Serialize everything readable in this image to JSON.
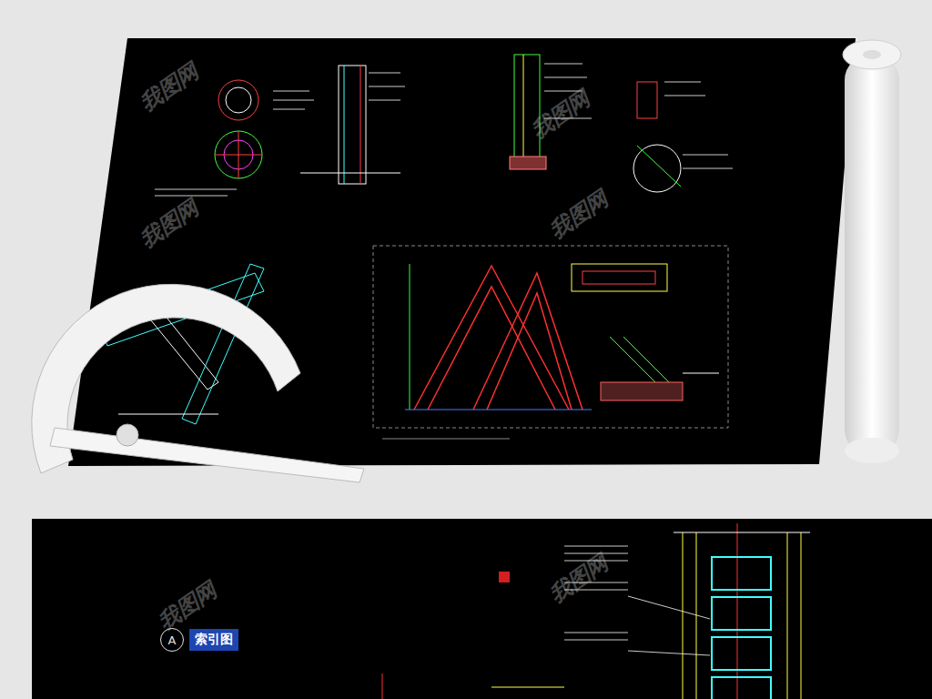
{
  "diagram": {
    "nodes": [
      {
        "text": [
          "A",
          "索引图"
        ]
      }
    ],
    "labels": [
      "我图网",
      "我图网",
      "我图网",
      "我图网",
      "我图网",
      "我图网"
    ]
  }
}
